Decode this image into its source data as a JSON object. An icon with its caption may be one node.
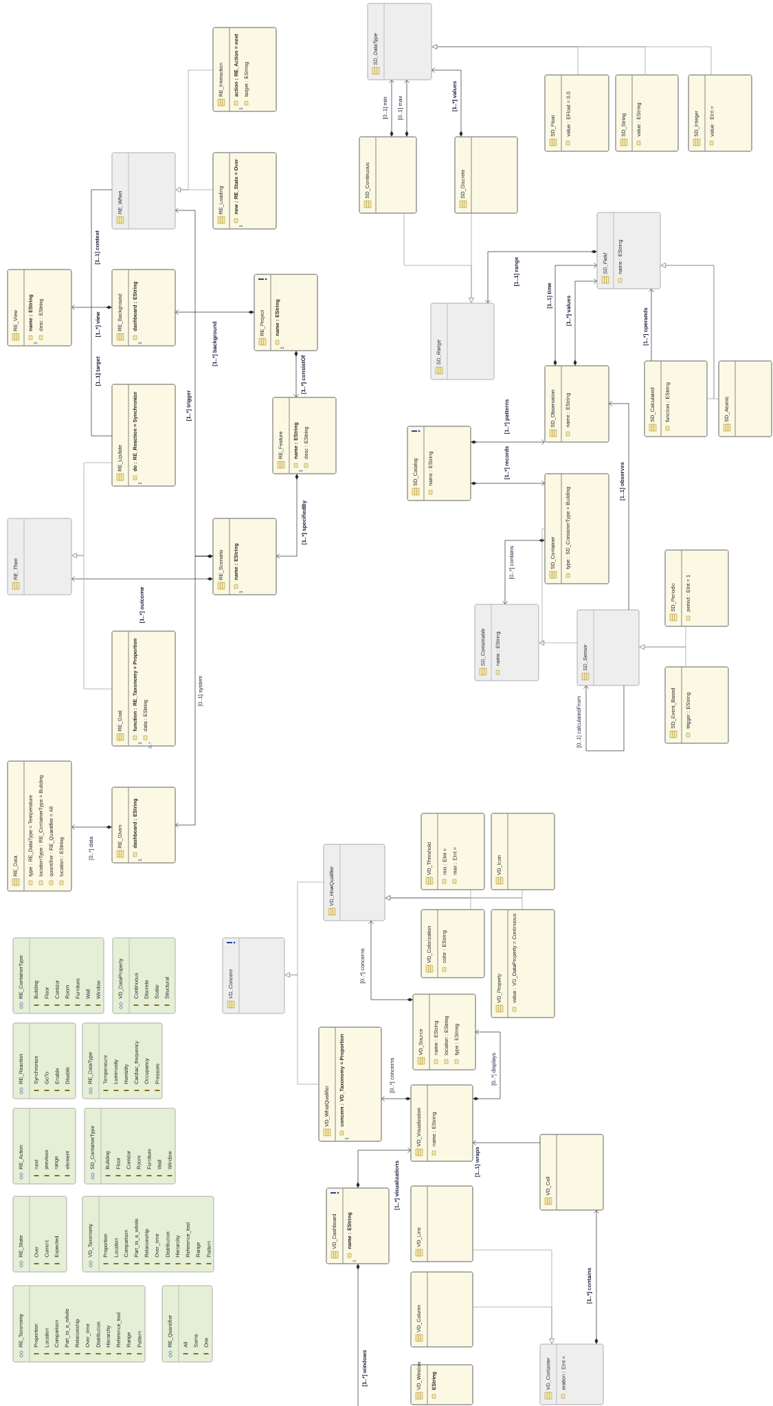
{
  "diagram": {
    "nodes": [
      {
        "text": [
          "RE_Interaction",
          "action : RE_Action = next",
          "target : EString"
        ]
      },
      {
        "text": [
          "RE_Loading",
          "new : RE_State = Over"
        ]
      },
      {
        "text": [
          "RE_When"
        ]
      },
      {
        "text": [
          "RE_View",
          "name : EString",
          "desc : EString"
        ]
      },
      {
        "text": [
          "RE_Background",
          "dashboard : EString"
        ]
      },
      {
        "text": [
          "RE_Project",
          "name : EString"
        ]
      },
      {
        "text": [
          "RE_Update",
          "do : RE_Reaction = Synchronize"
        ]
      },
      {
        "text": [
          "RE_Feature",
          "name : EString",
          "desc : EString"
        ]
      },
      {
        "text": [
          "RE_Then"
        ]
      },
      {
        "text": [
          "RE_Scenario",
          "name : EString"
        ]
      },
      {
        "text": [
          "RE_Goal",
          "function : RE_Taxonomy = Proportion",
          "data : EString"
        ]
      },
      {
        "text": [
          "RE_Data",
          "type : RE_DataType = Temperature",
          "locationType : RE_ContainerType = Building",
          "quantifier : RE_Quantifier = All",
          "location : EString"
        ]
      },
      {
        "text": [
          "RE_Given",
          "dashboard : EString"
        ]
      },
      {
        "text": [
          "SD_DataType"
        ]
      },
      {
        "text": [
          "SD_Continuous"
        ]
      },
      {
        "text": [
          "SD_Discrete"
        ]
      },
      {
        "text": [
          "SD_Float",
          "value : EFloat = 0.0"
        ]
      },
      {
        "text": [
          "SD_String",
          "value : EString"
        ]
      },
      {
        "text": [
          "SD_Integer",
          "value : EInt ="
        ]
      },
      {
        "text": [
          "SD_Field",
          "name : EString"
        ]
      },
      {
        "text": [
          "SD_Range"
        ]
      },
      {
        "text": [
          "SD_Observation",
          "name : EString"
        ]
      },
      {
        "text": [
          "SD_Calculated",
          "function : EString"
        ]
      },
      {
        "text": [
          "SD_Atomic"
        ]
      },
      {
        "text": [
          "SD_Catalog",
          "name : EString"
        ]
      },
      {
        "text": [
          "SD_Container",
          "type : SD_ContainerType = Building"
        ]
      },
      {
        "text": [
          "SD_Containable",
          "name : EString"
        ]
      },
      {
        "text": [
          "SD_Sensor"
        ]
      },
      {
        "text": [
          "SD_Periodic",
          "period : EInt = 1"
        ]
      },
      {
        "text": [
          "SD_Event_Based",
          "trigger : EString"
        ]
      },
      {
        "text": [
          "VD_HowQualifier"
        ]
      },
      {
        "text": [
          "VD_Threshold",
          "min : EInt =",
          "max : EInt ="
        ]
      },
      {
        "text": [
          "VD_Icon"
        ]
      },
      {
        "text": [
          "VD_Colorization",
          "color : EString"
        ]
      },
      {
        "text": [
          "VD_Property",
          "value : VD_DataProperty = Continuous"
        ]
      },
      {
        "text": [
          "VD_Concern"
        ]
      },
      {
        "text": [
          "VD_WhatQualifier",
          "concern : VD_Taxonomy = Proportion"
        ]
      },
      {
        "text": [
          "VD_Source",
          "name : EString",
          "location : EString",
          "type : EString"
        ]
      },
      {
        "text": [
          "VD_Visualization",
          "name : EString"
        ]
      },
      {
        "text": [
          "VD_Cell"
        ]
      },
      {
        "text": [
          "VD_Dashboard",
          "name : EString"
        ]
      },
      {
        "text": [
          "VD_Line"
        ]
      },
      {
        "text": [
          "VD_Column"
        ]
      },
      {
        "text": [
          "VD_Window",
          "EString"
        ]
      },
      {
        "text": [
          "VD_Container",
          "eration : EInt ="
        ]
      },
      {
        "text": [
          "RE_ContainerType",
          "Building",
          "Floor",
          "Corridor",
          "Room",
          "Furniture",
          "Wall",
          "Window"
        ]
      },
      {
        "text": [
          "VD_DataProperty",
          "Continuous",
          "Discrete",
          "Scalar",
          "Structural"
        ]
      },
      {
        "text": [
          "RE_Reaction",
          "Synchronize",
          "GoTo",
          "Enable",
          "Disable"
        ]
      },
      {
        "text": [
          "RE_DataType",
          "Temperature",
          "Luminosity",
          "Humidity",
          "Cardiac_frequency",
          "Occupancy",
          "Pressure"
        ]
      },
      {
        "text": [
          "RE_Action",
          "next",
          "previous",
          "range",
          "element"
        ]
      },
      {
        "text": [
          "SD_ContainerType",
          "Building",
          "Floor",
          "Corridor",
          "Room",
          "Furniture",
          "Wall",
          "Window"
        ]
      },
      {
        "text": [
          "RE_State",
          "Over",
          "Current",
          "Expected"
        ]
      },
      {
        "text": [
          "VD_Taxonomy",
          "Proportion",
          "Location",
          "Comparison",
          "Part_to_a_whole",
          "Relationship",
          "Over_time",
          "Distribution",
          "Hierarchy",
          "Reference_tool",
          "Range",
          "Pattern"
        ]
      },
      {
        "text": [
          "RE_Taxonomy",
          "Proportion",
          "Location",
          "Comparison",
          "Part_to_a_whole",
          "Relationship",
          "Over_time",
          "Distribution",
          "Hierarchy",
          "Reference_tool",
          "Range",
          "Pattern"
        ]
      },
      {
        "text": [
          "RE_Quantifier",
          "All",
          "Some",
          "One"
        ]
      }
    ],
    "edges": [
      {
        "from": 0,
        "to": 2,
        "arrow": "to",
        "color": "#999999"
      },
      {
        "from": 1,
        "to": 2,
        "arrow": "to",
        "color": "#999999"
      },
      {
        "from": 4,
        "to": 3,
        "arrow": "to",
        "label": "[1..*] view"
      },
      {
        "from": 6,
        "to": 2,
        "arrow": "none",
        "label": "[1..1] context"
      },
      {
        "from": 5,
        "to": 4,
        "arrow": "to",
        "label": "[1..*] background"
      },
      {
        "from": 5,
        "to": 7,
        "arrow": "to",
        "label": "[1..*] consistOf"
      },
      {
        "from": 7,
        "to": 9,
        "arrow": "to",
        "label": "[1..*] specifiedBy"
      },
      {
        "from": 9,
        "to": 2,
        "arrow": "to",
        "label": "[1..*] trigger"
      },
      {
        "from": 9,
        "to": 8,
        "arrow": "to",
        "label": "[1..*] outcome"
      },
      {
        "from": 9,
        "to": 12,
        "arrow": "to",
        "label": "[0..1] system"
      },
      {
        "from": 12,
        "to": 11,
        "arrow": "to",
        "label": "[0..*] data"
      },
      {
        "from": 6,
        "to": 8,
        "arrow": "to",
        "color": "#999999"
      },
      {
        "from": 10,
        "to": 8,
        "arrow": "to",
        "color": "#999999"
      },
      {
        "from": 14,
        "to": 13,
        "arrow": "to",
        "label": "[0..1] min"
      },
      {
        "from": 14,
        "to": 13,
        "arrow": "to",
        "label": "[0..1] max"
      },
      {
        "from": 15,
        "to": 13,
        "arrow": "to",
        "label": "[1..*] values"
      },
      {
        "from": 16,
        "to": 13,
        "arrow": "to",
        "color": "#999999"
      },
      {
        "from": 17,
        "to": 13,
        "arrow": "to",
        "color": "#999999"
      },
      {
        "from": 18,
        "to": 13,
        "arrow": "to",
        "color": "#999999"
      },
      {
        "from": 14,
        "to": 20,
        "arrow": "to",
        "color": "#999999"
      },
      {
        "from": 15,
        "to": 20,
        "arrow": "to",
        "color": "#999999"
      },
      {
        "from": 19,
        "to": 20,
        "arrow": "to",
        "label": "[1..1] range"
      },
      {
        "from": 21,
        "to": 19,
        "arrow": "to",
        "label": "[1..1] time"
      },
      {
        "from": 21,
        "to": 19,
        "arrow": "to",
        "label": "[1..*] values"
      },
      {
        "from": 22,
        "to": 19,
        "arrow": "to",
        "label": "[1..*] operands"
      },
      {
        "from": 22,
        "to": 19,
        "arrow": "to",
        "color": "#999999"
      },
      {
        "from": 23,
        "to": 19,
        "arrow": "to",
        "color": "#999999"
      },
      {
        "from": 24,
        "to": 21,
        "arrow": "to",
        "label": "[1..*] patterns"
      },
      {
        "from": 24,
        "to": 25,
        "arrow": "to",
        "label": "[1..*] records"
      },
      {
        "from": 25,
        "to": 26,
        "arrow": "to",
        "label": "[0..*] contains"
      },
      {
        "from": 25,
        "to": 26,
        "arrow": "to",
        "color": "#999999"
      },
      {
        "from": 27,
        "to": 26,
        "arrow": "to",
        "color": "#999999"
      },
      {
        "from": 27,
        "to": 21,
        "arrow": "to",
        "label": "[1..1] observes"
      },
      {
        "from": 27,
        "to": 27,
        "arrow": "to",
        "label": "[0..1] calculatedFrom"
      },
      {
        "from": 28,
        "to": 27,
        "arrow": "to",
        "color": "#999999"
      },
      {
        "from": 29,
        "to": 27,
        "arrow": "to",
        "color": "#999999"
      },
      {
        "from": 31,
        "to": 30,
        "arrow": "to",
        "color": "#999999"
      },
      {
        "from": 32,
        "to": 30,
        "arrow": "to",
        "color": "#999999"
      },
      {
        "from": 33,
        "to": 30,
        "arrow": "to",
        "color": "#999999"
      },
      {
        "from": 34,
        "to": 30,
        "arrow": "to",
        "color": "#999999"
      },
      {
        "from": 30,
        "to": 35,
        "arrow": "to",
        "color": "#999999"
      },
      {
        "from": 36,
        "to": 35,
        "arrow": "to",
        "color": "#999999"
      },
      {
        "from": 37,
        "to": 30,
        "arrow": "to",
        "label": "[0..*] concerns"
      },
      {
        "from": 38,
        "to": 36,
        "arrow": "to",
        "label": "[0..*] concerns"
      },
      {
        "from": 38,
        "to": 37,
        "arrow": "to",
        "label": "[0..*] displays"
      },
      {
        "from": 39,
        "to": 38,
        "arrow": "to",
        "label": "[1..1] wraps"
      },
      {
        "from": 40,
        "to": 38,
        "arrow": "to",
        "label": "[1..*] visualizations"
      },
      {
        "from": 40,
        "to": null,
        "arrow": "other",
        "label": "[1..*] windows"
      },
      {
        "from": 41,
        "to": 44,
        "arrow": "to",
        "color": "#999999"
      },
      {
        "from": 42,
        "to": 44,
        "arrow": "to",
        "color": "#999999"
      },
      {
        "from": 44,
        "to": 39,
        "arrow": "to",
        "label": "[1..*] contains"
      }
    ],
    "labels": [
      "1",
      "1",
      "1",
      "1",
      "1",
      "1",
      "1",
      "[1..1] target",
      "1",
      "1",
      "0..*",
      "1",
      "1",
      "1"
    ]
  }
}
